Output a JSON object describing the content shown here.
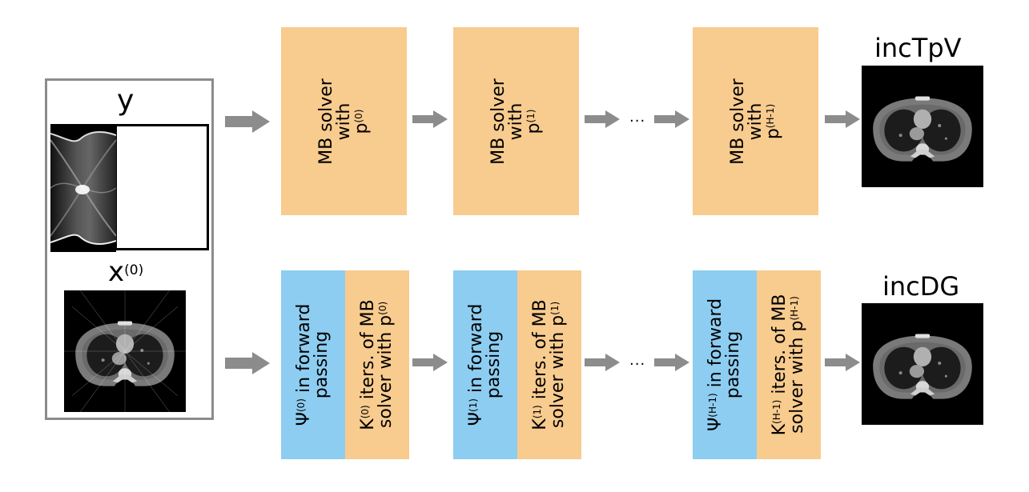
{
  "input": {
    "y_label": "y",
    "x_label": "x",
    "x_sup": "(0)"
  },
  "top_row": {
    "blocks": [
      {
        "line1": "MB solver",
        "line2": "with",
        "line3_base": "p",
        "line3_sup": "(0)"
      },
      {
        "line1": "MB solver",
        "line2": "with",
        "line3_base": "p",
        "line3_sup": "(1)"
      },
      {
        "line1": "MB solver",
        "line2": "with",
        "line3_base": "p",
        "line3_sup": "(H-1)"
      }
    ],
    "ellipsis": "...",
    "output_title": "incTpV"
  },
  "bottom_row": {
    "blocks": [
      {
        "psi_base": "Ψ",
        "psi_sup": "(0)",
        "psi_rest": "in forward",
        "psi_line2": "passing",
        "k_base": "K",
        "k_sup": "(0)",
        "k_rest": "iters. of MB",
        "k_line2_pre": "solver with p",
        "k_line2_sup": "(0)"
      },
      {
        "psi_base": "Ψ",
        "psi_sup": "(1)",
        "psi_rest": "in forward",
        "psi_line2": "passing",
        "k_base": "K",
        "k_sup": "(1)",
        "k_rest": "iters. of MB",
        "k_line2_pre": "solver with p",
        "k_line2_sup": "(1)"
      },
      {
        "psi_base": "Ψ",
        "psi_sup": "(H-1)",
        "psi_rest": "in forward",
        "psi_line2": "passing",
        "k_base": "K",
        "k_sup": "(H-1)",
        "k_rest": "iters. of MB",
        "k_line2_pre": "solver with p",
        "k_line2_sup": "(H-1)"
      }
    ],
    "ellipsis": "...",
    "output_title": "incDG"
  },
  "colors": {
    "solver_box": "#f8cb8e",
    "psi_box": "#8dcdf1",
    "arrow": "#8c8c8c",
    "frame": "#8c8c8c"
  },
  "icons": {
    "arrow": "right-arrow-icon"
  }
}
